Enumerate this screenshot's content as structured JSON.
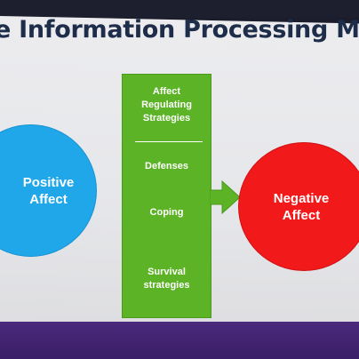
{
  "slide": {
    "title": "e Information Processing Model"
  },
  "diagram": {
    "positive_affect": "Positive\nAffect",
    "negative_affect": "Negative\nAffect",
    "box": {
      "header": "Affect\nRegulating\nStrategies",
      "items": [
        "Defenses",
        "Coping",
        "Survival\nstrategies"
      ]
    }
  },
  "colors": {
    "positive": "#1fa7ea",
    "negative": "#f2191b",
    "green": "#5bb325",
    "title": "#1e2d4a",
    "bottom_band": "#3a1e66"
  }
}
